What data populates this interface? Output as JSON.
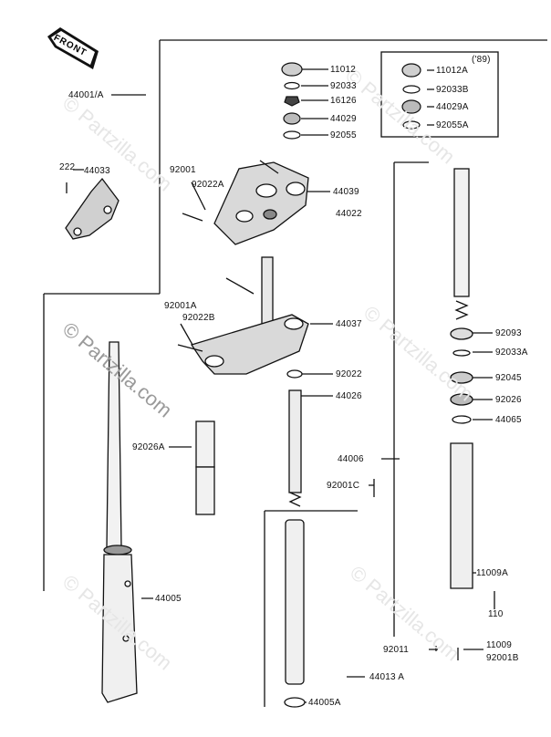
{
  "badge": {
    "front": "FRONT"
  },
  "box": {
    "year": "('89)"
  },
  "watermarks": {
    "main": "© Partzilla.com",
    "faint": "© Partzilla.com"
  },
  "labels": {
    "l11012": "11012",
    "l92033": "92033",
    "l16126": "16126",
    "l44029": "44029",
    "l92055": "92055",
    "l11012A": "11012A",
    "l92033B": "92033B",
    "l44029A": "44029A",
    "l92055A": "92055A",
    "l44001A": "44001/A",
    "l222": "222",
    "l44033": "44033",
    "l92001": "92001",
    "l92022A": "92022A",
    "l44039": "44039",
    "l44022": "44022",
    "l92001A": "92001A",
    "l92022B": "92022B",
    "l44037": "44037",
    "l92093": "92093",
    "l92033A": "92033A",
    "l92045": "92045",
    "l92022": "92022",
    "l44026": "44026",
    "l92026": "92026",
    "l44065": "44065",
    "l92026A": "92026A",
    "l44006": "44006",
    "l92001C": "92001C",
    "l44005": "44005",
    "l11009A": "11009A",
    "l110": "110",
    "l11009": "11009",
    "l92011": "92011",
    "l92001B": "92001B",
    "l44013A": "44013 A",
    "l44005A": "44005A"
  }
}
